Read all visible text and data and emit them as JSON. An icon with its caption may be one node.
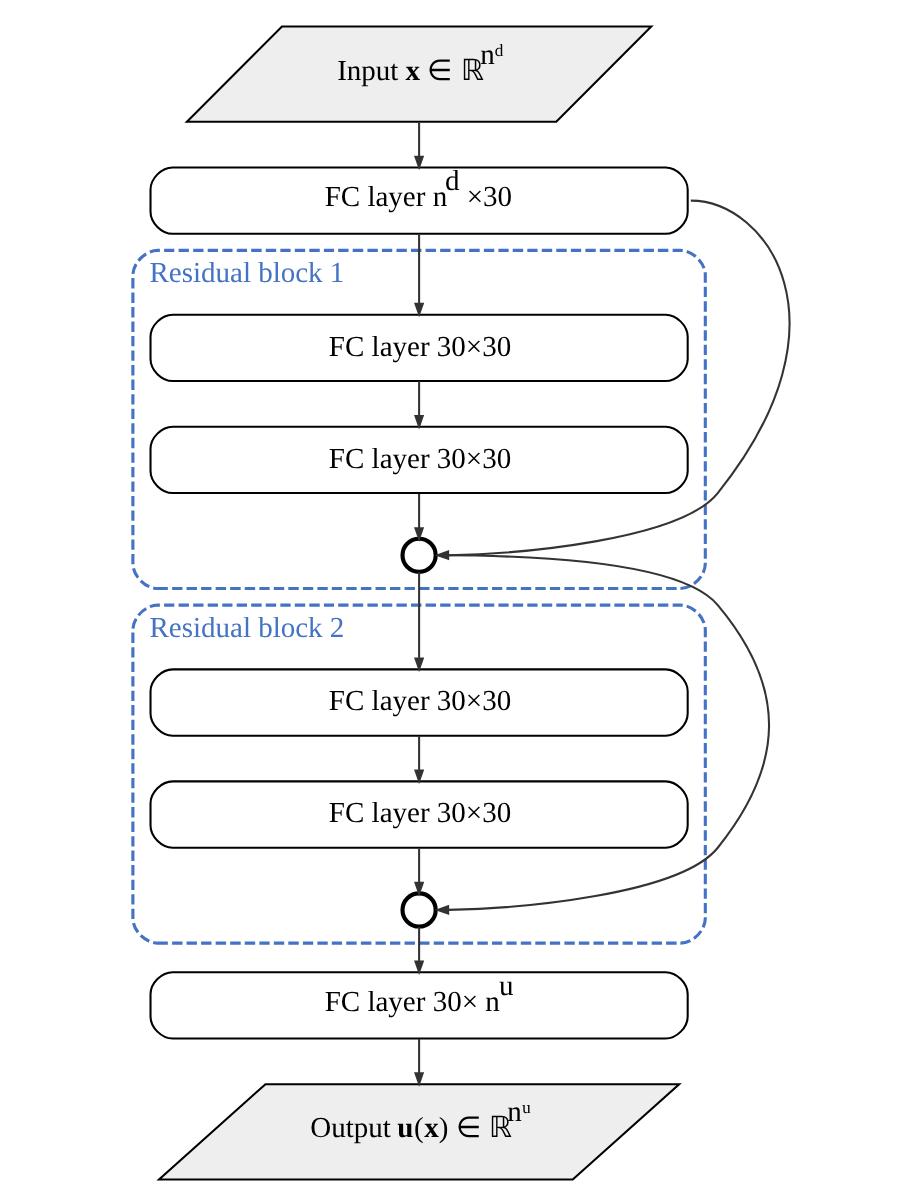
{
  "diagram": {
    "nodes": [
      {
        "text": [
          "Input **x** ∈ ℝ$^{nᵈ}$"
        ]
      },
      {
        "text": [
          "FC layer n$^{d}$ ×30"
        ]
      },
      {
        "text": [
          "Residual block 1"
        ]
      },
      {
        "text": [
          "FC layer 30×30"
        ],
        "in": 2
      },
      {
        "text": [
          "FC layer 30×30"
        ],
        "in": 2
      },
      {
        "text": [],
        "shape": "circle",
        "in": 2
      },
      {
        "text": [
          "Residual block 2"
        ]
      },
      {
        "text": [
          "FC layer 30×30"
        ],
        "in": 6
      },
      {
        "text": [
          "FC layer 30×30"
        ],
        "in": 6
      },
      {
        "text": [],
        "shape": "circle",
        "in": 6
      },
      {
        "text": [
          "FC layer 30× n$^{u}$"
        ]
      },
      {
        "text": [
          "Output **u**(**x**) ∈ ℝ$^{nᵘ}$"
        ]
      }
    ],
    "edges": [
      {
        "from": 0,
        "to": 1,
        "arrow": "to"
      },
      {
        "from": 1,
        "to": 3,
        "arrow": "to"
      },
      {
        "from": 1,
        "to": 5,
        "arrow": "to"
      },
      {
        "from": 3,
        "to": 4,
        "arrow": "to"
      },
      {
        "from": 4,
        "to": 5,
        "arrow": "to"
      },
      {
        "from": 5,
        "to": 7,
        "arrow": "to"
      },
      {
        "from": 5,
        "to": 9,
        "arrow": "to"
      },
      {
        "from": 7,
        "to": 8,
        "arrow": "to"
      },
      {
        "from": 8,
        "to": 9,
        "arrow": "to"
      },
      {
        "from": 9,
        "to": 10,
        "arrow": "to"
      },
      {
        "from": 10,
        "to": 11,
        "arrow": "to"
      }
    ]
  }
}
